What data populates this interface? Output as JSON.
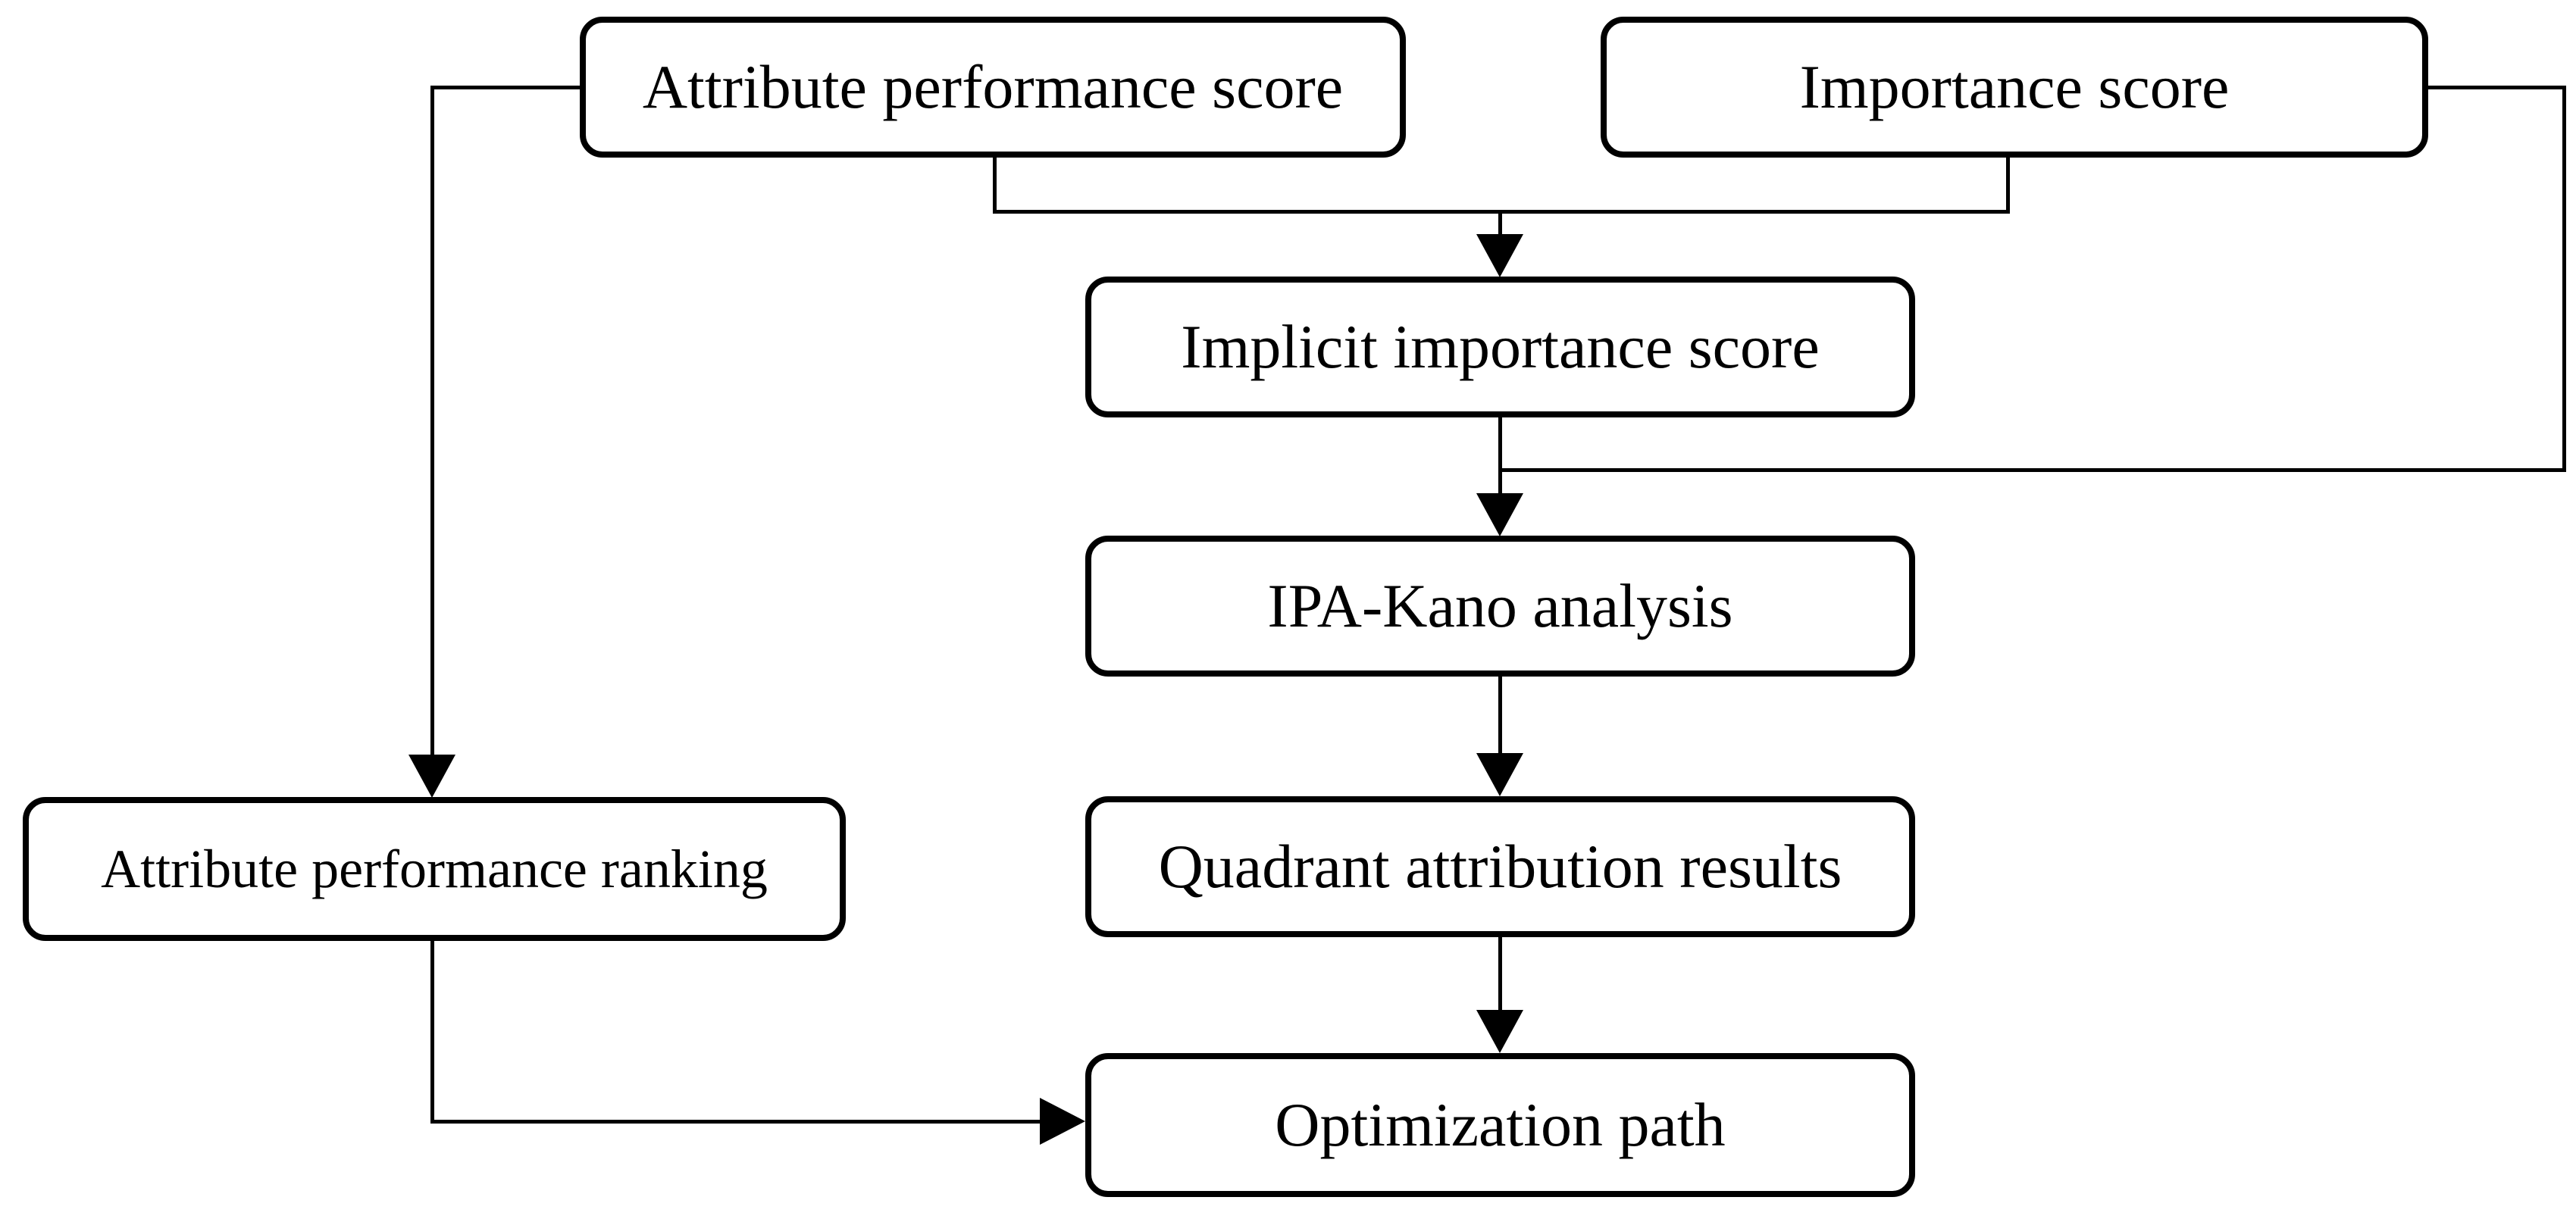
{
  "diagram": {
    "type": "flowchart",
    "background_color": "#ffffff",
    "line_color": "#000000",
    "node_fill_color": "#ffffff",
    "nodes": [
      {
        "id": "attribute-performance-score",
        "label": "Attribute performance score"
      },
      {
        "id": "importance-score",
        "label": "Importance score"
      },
      {
        "id": "implicit-importance-score",
        "label": "Implicit importance score"
      },
      {
        "id": "ipa-kano-analysis",
        "label": "IPA-Kano analysis"
      },
      {
        "id": "quadrant-attribution-results",
        "label": "Quadrant attribution results"
      },
      {
        "id": "optimization-path",
        "label": "Optimization path"
      },
      {
        "id": "attribute-performance-ranking",
        "label": "Attribute performance ranking"
      }
    ],
    "edges": [
      {
        "from": "attribute-performance-score",
        "to": "attribute-performance-ranking"
      },
      {
        "from": "attribute-performance-score",
        "to": "implicit-importance-score"
      },
      {
        "from": "importance-score",
        "to": "implicit-importance-score"
      },
      {
        "from": "importance-score",
        "to": "ipa-kano-analysis"
      },
      {
        "from": "implicit-importance-score",
        "to": "ipa-kano-analysis"
      },
      {
        "from": "ipa-kano-analysis",
        "to": "quadrant-attribution-results"
      },
      {
        "from": "quadrant-attribution-results",
        "to": "optimization-path"
      },
      {
        "from": "attribute-performance-ranking",
        "to": "optimization-path"
      }
    ]
  }
}
